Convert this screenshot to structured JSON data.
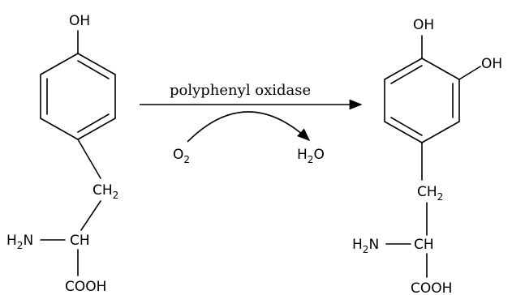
{
  "reactant": {
    "hydroxyl": "OH",
    "methylene": "CH",
    "methylene_sub": "2",
    "amine_left": "H",
    "amine_sub": "2",
    "amine_right": "N",
    "alpha_carbon": "CH",
    "carboxyl": "COOH"
  },
  "product": {
    "hydroxyl_top": "OH",
    "hydroxyl_meta": "OH",
    "methylene": "CH",
    "methylene_sub": "2",
    "amine_left": "H",
    "amine_sub": "2",
    "amine_right": "N",
    "alpha_carbon": "CH",
    "carboxyl": "COOH"
  },
  "reaction": {
    "enzyme": "polyphenyl oxidase",
    "oxygen": "O",
    "oxygen_sub": "2",
    "water_left": "H",
    "water_sub": "2",
    "water_right": "O"
  }
}
